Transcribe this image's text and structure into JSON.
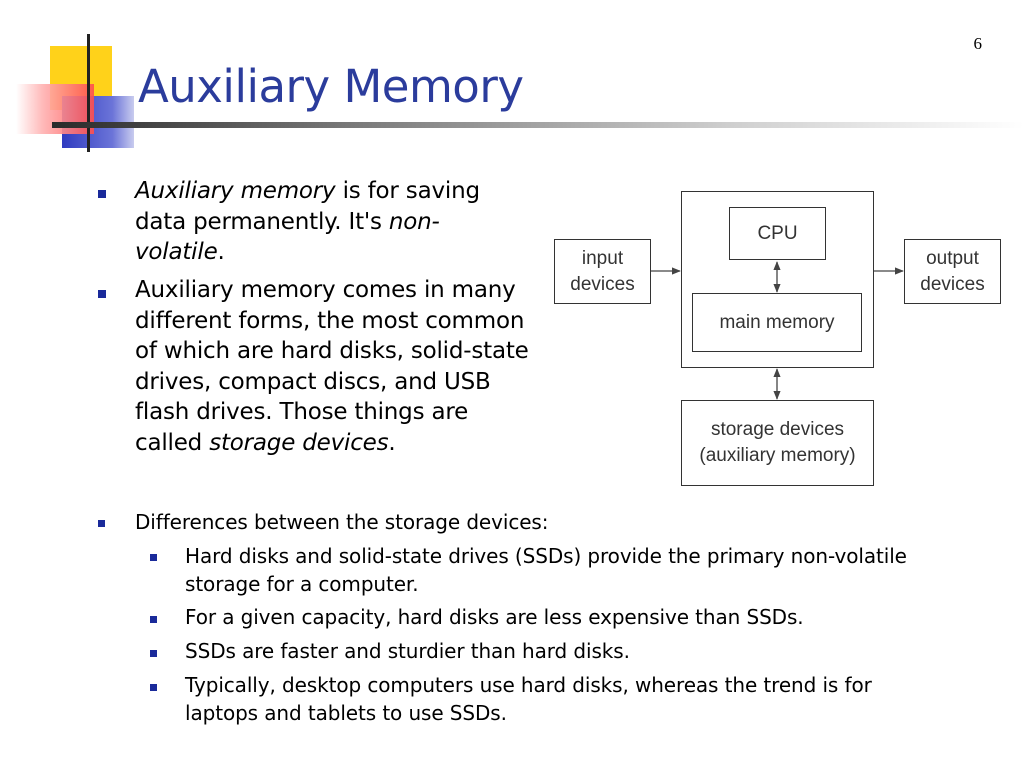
{
  "slide": {
    "number": "6",
    "title": "Auxiliary Memory"
  },
  "bullets": {
    "b1": {
      "italic_1": "Auxiliary memory",
      "text_1": " is for saving data permanently. It's ",
      "italic_2": "non-volatile",
      "text_2": "."
    },
    "b2": {
      "text_1": "Auxiliary memory comes in many different forms, the most common of which are hard disks, solid-state drives, compact discs, and USB flash drives. Those things are called ",
      "italic_1": "storage devices",
      "text_2": "."
    },
    "b3": {
      "text": "Differences between the storage devices:",
      "sub": [
        "Hard disks and solid-state drives (SSDs) provide the primary non-volatile storage for a computer.",
        "For a given capacity, hard disks are less expensive than SSDs.",
        "SSDs are faster and sturdier than hard disks.",
        "Typically, desktop computers use hard disks, whereas the trend is for laptops and tablets to use SSDs."
      ]
    }
  },
  "diagram": {
    "input": "input devices",
    "output": "output devices",
    "cpu": "CPU",
    "main_memory": "main memory",
    "storage_line1": "storage devices",
    "storage_line2": "(auxiliary memory)"
  },
  "colors": {
    "title": "#2b3c9c",
    "bullet": "#1a2a9a",
    "deco_yellow": "#ffd21a",
    "deco_red": "#ff5a5a",
    "deco_blue": "#3a46c8"
  }
}
